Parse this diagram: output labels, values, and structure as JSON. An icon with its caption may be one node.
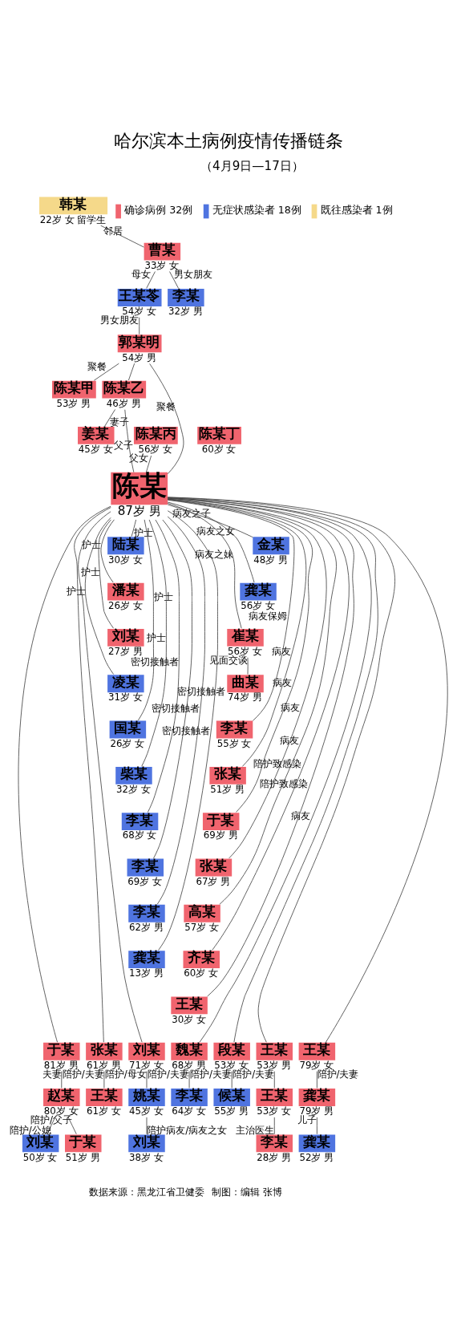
{
  "diagram": {
    "title": "哈尔滨本土病例疫情传播链条",
    "nodes": [
      {
        "text": [
          "韩某",
          "22岁 女 留学生"
        ]
      },
      {
        "text": [
          "曹某",
          "33岁 女"
        ]
      },
      {
        "text": [
          "王某苓",
          "54岁 女"
        ]
      },
      {
        "text": [
          "李某",
          "32岁 男"
        ]
      },
      {
        "text": [
          "郭某明",
          "54岁 男"
        ]
      },
      {
        "text": [
          "陈某甲",
          "53岁 男"
        ]
      },
      {
        "text": [
          "陈某乙",
          "46岁 男"
        ]
      },
      {
        "text": [
          "陈某丙",
          "56岁 女"
        ]
      },
      {
        "text": [
          "陈某丁",
          "60岁 女"
        ]
      },
      {
        "text": [
          "姜某",
          "45岁 女"
        ]
      },
      {
        "text": [
          "陈某",
          "87岁 男"
        ]
      },
      {
        "text": [
          "陆某",
          "30岁 女"
        ]
      },
      {
        "text": [
          "潘某",
          "26岁 女"
        ]
      },
      {
        "text": [
          "刘某",
          "27岁 男"
        ]
      },
      {
        "text": [
          "凌某",
          "31岁 女"
        ]
      },
      {
        "text": [
          "国某",
          "26岁 女"
        ]
      },
      {
        "text": [
          "柴某",
          "32岁 女"
        ]
      },
      {
        "text": [
          "李某",
          "68岁 女"
        ]
      },
      {
        "text": [
          "李某",
          "69岁 女"
        ]
      },
      {
        "text": [
          "李某",
          "62岁 男"
        ]
      },
      {
        "text": [
          "龚某",
          "13岁 男"
        ]
      },
      {
        "text": [
          "金某",
          "48岁 男"
        ]
      },
      {
        "text": [
          "龚某",
          "56岁 女"
        ]
      },
      {
        "text": [
          "崔某",
          "56岁 女"
        ]
      },
      {
        "text": [
          "曲某",
          "74岁 男"
        ]
      },
      {
        "text": [
          "李某",
          "55岁 女"
        ]
      },
      {
        "text": [
          "张某",
          "51岁 男"
        ]
      },
      {
        "text": [
          "于某",
          "69岁 男"
        ]
      },
      {
        "text": [
          "张某",
          "67岁 男"
        ]
      },
      {
        "text": [
          "高某",
          "57岁 女"
        ]
      },
      {
        "text": [
          "齐某",
          "60岁 女"
        ]
      },
      {
        "text": [
          "王某",
          "30岁 女"
        ]
      },
      {
        "text": [
          "于某",
          "81岁 男"
        ]
      },
      {
        "text": [
          "张某",
          "61岁 男"
        ]
      },
      {
        "text": [
          "刘某",
          "71岁 女"
        ]
      },
      {
        "text": [
          "魏某",
          "68岁 男"
        ]
      },
      {
        "text": [
          "段某",
          "53岁 女"
        ]
      },
      {
        "text": [
          "王某",
          "53岁 男"
        ]
      },
      {
        "text": [
          "王某",
          "79岁 女"
        ]
      },
      {
        "text": [
          "赵某",
          "80岁 女"
        ]
      },
      {
        "text": [
          "王某",
          "61岁 女"
        ]
      },
      {
        "text": [
          "姚某",
          "45岁 女"
        ]
      },
      {
        "text": [
          "李某",
          "64岁 女"
        ]
      },
      {
        "text": [
          "候某",
          "55岁 男"
        ]
      },
      {
        "text": [
          "王某",
          "53岁 女"
        ]
      },
      {
        "text": [
          "龚某",
          "79岁 男"
        ]
      },
      {
        "text": [
          "于某",
          "51岁 男"
        ]
      },
      {
        "text": [
          "刘某",
          "50岁 女"
        ]
      },
      {
        "text": [
          "刘某",
          "38岁 女"
        ]
      },
      {
        "text": [
          "李某",
          "28岁 男"
        ]
      },
      {
        "text": [
          "龚某",
          "52岁 男"
        ]
      }
    ],
    "edges": [
      {
        "from": 0,
        "to": 1,
        "arrow": "none",
        "label": "邻居"
      },
      {
        "from": 1,
        "to": 2,
        "arrow": "none",
        "label": "母女"
      },
      {
        "from": 1,
        "to": 3,
        "arrow": "none",
        "label": "男女朋友"
      },
      {
        "from": 2,
        "to": 4,
        "arrow": "none",
        "label": "男女朋友"
      },
      {
        "from": 4,
        "to": 5,
        "arrow": "none",
        "label": "聚餐"
      },
      {
        "from": 4,
        "to": 6,
        "arrow": "none"
      },
      {
        "from": 4,
        "to": 10,
        "arrow": "none",
        "label": "聚餐"
      },
      {
        "from": 6,
        "to": 9,
        "arrow": "none",
        "label": "妻子"
      },
      {
        "from": 6,
        "to": 10,
        "arrow": "none",
        "label": "父子"
      },
      {
        "from": 7,
        "to": 10,
        "arrow": "none",
        "label": "父女"
      },
      {
        "from": 10,
        "to": 11,
        "arrow": "none",
        "label": "护士"
      },
      {
        "from": 10,
        "to": 12,
        "arrow": "none",
        "label": "护士"
      },
      {
        "from": 10,
        "to": 13,
        "arrow": "none",
        "label": "护士"
      },
      {
        "from": 10,
        "to": 14,
        "arrow": "none",
        "label": "护士"
      },
      {
        "from": 10,
        "to": 15,
        "arrow": "none",
        "label": "护士"
      },
      {
        "from": 10,
        "to": 16,
        "arrow": "none",
        "label": "护士"
      },
      {
        "from": 10,
        "to": 17,
        "arrow": "none",
        "label": "密切接触者"
      },
      {
        "from": 10,
        "to": 18,
        "arrow": "none",
        "label": "密切接触者"
      },
      {
        "from": 10,
        "to": 19,
        "arrow": "none",
        "label": "密切接触者"
      },
      {
        "from": 10,
        "to": 20,
        "arrow": "none",
        "label": "密切接触者"
      },
      {
        "from": 10,
        "to": 21,
        "arrow": "none",
        "label": "病友之子"
      },
      {
        "from": 10,
        "to": 22,
        "arrow": "none",
        "label": "病友之女"
      },
      {
        "from": 10,
        "to": 23,
        "arrow": "none",
        "label": "病友之妹"
      },
      {
        "from": 23,
        "to": 24,
        "arrow": "none",
        "label": "见面交谈"
      },
      {
        "from": 10,
        "to": 25,
        "arrow": "none",
        "label": "病友保姆"
      },
      {
        "from": 10,
        "to": 26,
        "arrow": "none",
        "label": "病友"
      },
      {
        "from": 10,
        "to": 27,
        "arrow": "none",
        "label": "病友"
      },
      {
        "from": 10,
        "to": 28,
        "arrow": "none",
        "label": "病友"
      },
      {
        "from": 10,
        "to": 29,
        "arrow": "none",
        "label": "病友"
      },
      {
        "from": 10,
        "to": 30,
        "arrow": "none",
        "label": "陪护致感染"
      },
      {
        "from": 10,
        "to": 31,
        "arrow": "none",
        "label": "陪护致感染"
      },
      {
        "from": 10,
        "to": 32,
        "arrow": "none"
      },
      {
        "from": 10,
        "to": 33,
        "arrow": "none"
      },
      {
        "from": 10,
        "to": 34,
        "arrow": "none"
      },
      {
        "from": 10,
        "to": 35,
        "arrow": "none",
        "label": "病友"
      },
      {
        "from": 10,
        "to": 36,
        "arrow": "none"
      },
      {
        "from": 10,
        "to": 37,
        "arrow": "none"
      },
      {
        "from": 10,
        "to": 38,
        "arrow": "none"
      },
      {
        "from": 32,
        "to": 39,
        "arrow": "none",
        "label": "夫妻"
      },
      {
        "from": 33,
        "to": 40,
        "arrow": "none",
        "label": "陪护/夫妻"
      },
      {
        "from": 34,
        "to": 41,
        "arrow": "none",
        "label": "陪护/母女"
      },
      {
        "from": 35,
        "to": 42,
        "arrow": "none",
        "label": "陪护/夫妻"
      },
      {
        "from": 36,
        "to": 43,
        "arrow": "none",
        "label": "陪护/夫妻"
      },
      {
        "from": 37,
        "to": 44,
        "arrow": "none",
        "label": "陪护/夫妻"
      },
      {
        "from": 38,
        "to": 45,
        "arrow": "none",
        "label": "陪护/夫妻"
      },
      {
        "from": 39,
        "to": 46,
        "arrow": "none",
        "label": "陪护/父子"
      },
      {
        "from": 39,
        "to": 47,
        "arrow": "none",
        "label": "陪护/公媳"
      },
      {
        "from": 41,
        "to": 48,
        "arrow": "none",
        "label": "陪护病友/病友之女"
      },
      {
        "from": 44,
        "to": 49,
        "arrow": "none",
        "label": "主治医生"
      },
      {
        "from": 45,
        "to": 50,
        "arrow": "none",
        "label": "儿子"
      }
    ],
    "labels": [
      "（4月9日—17日）",
      "数据来源：黑龙江省卫健委",
      "制图：编辑 张博"
    ],
    "legend": [
      {
        "text": "确诊病例 32例",
        "color": "#f0646e"
      },
      {
        "text": "无症状感染者 18例",
        "color": "#4f74e0"
      },
      {
        "text": "既往感染者 1例",
        "color": "#f5d98a"
      }
    ]
  }
}
